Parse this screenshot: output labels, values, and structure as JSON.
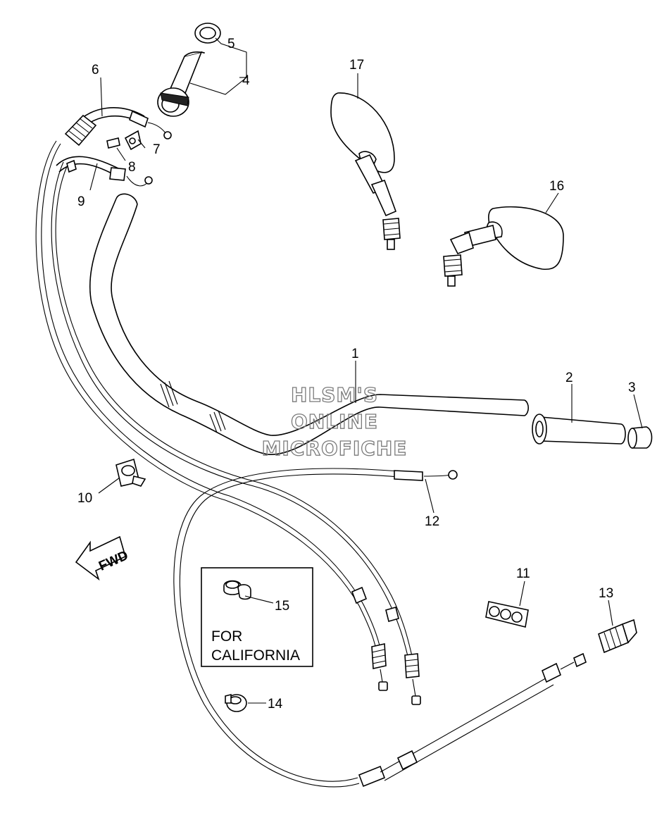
{
  "callouts": [
    "1",
    "2",
    "3",
    "4",
    "5",
    "6",
    "7",
    "8",
    "9",
    "10",
    "11",
    "12",
    "13",
    "14",
    "15",
    "16",
    "17"
  ],
  "inset": {
    "line1": "FOR",
    "line2": "CALIFORNIA"
  },
  "direction_label": "FWD",
  "watermark": {
    "line1": "HLSM'S",
    "line2": "ONLINE",
    "line3": "MICROFICHE"
  }
}
